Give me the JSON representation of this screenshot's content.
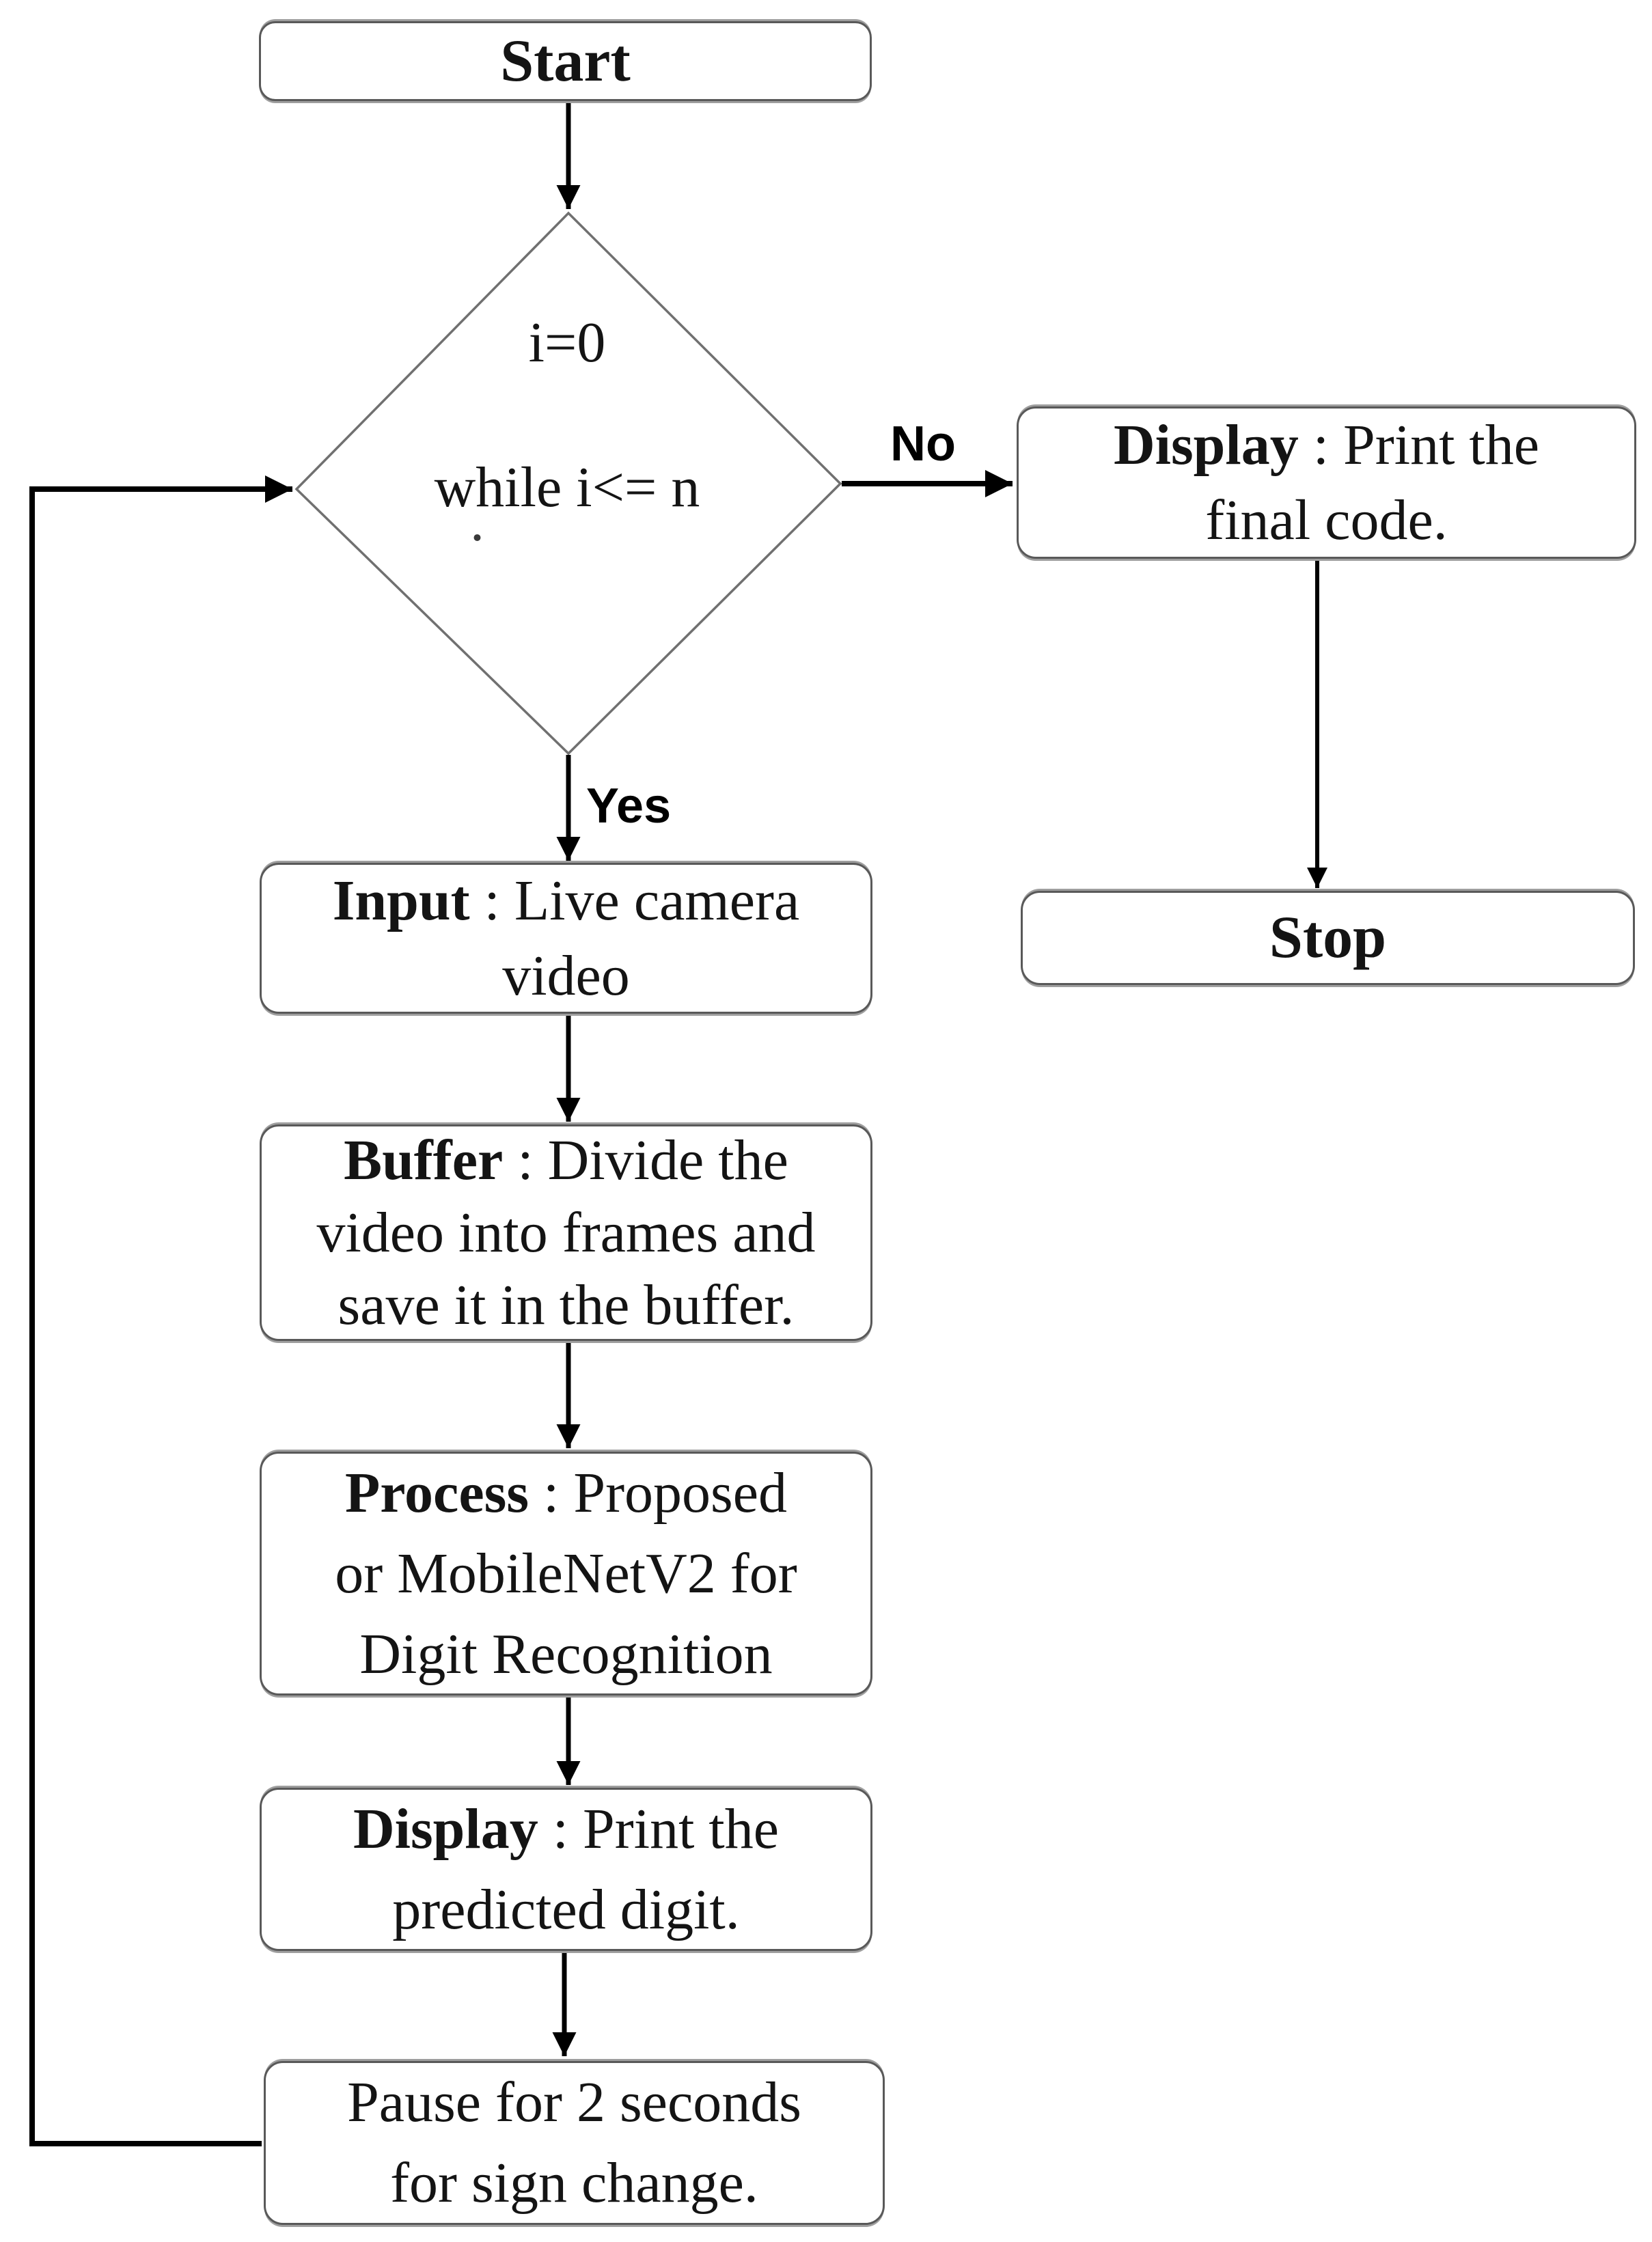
{
  "nodes": {
    "start": {
      "label": "Start"
    },
    "decision": {
      "line1": "i=0",
      "line2": "while i<= n",
      "artifact_dot": "."
    },
    "display_final": {
      "keyword": "Display",
      "rest": " : Print the",
      "line2": "final code."
    },
    "stop": {
      "label": "Stop"
    },
    "input": {
      "keyword": "Input",
      "rest": " : Live camera",
      "line2": "video"
    },
    "buffer": {
      "keyword": "Buffer",
      "rest": " : Divide the",
      "line2": "video into frames and",
      "line3": "save it in the buffer."
    },
    "process": {
      "keyword": "Process",
      "rest": " : Proposed",
      "line2": "or MobileNetV2 for",
      "line3": "Digit Recognition"
    },
    "display_digit": {
      "keyword": "Display",
      "rest": " : Print the",
      "line2": "predicted digit."
    },
    "pause": {
      "line1": "Pause for 2 seconds",
      "line2": "for sign change."
    }
  },
  "edge_labels": {
    "yes": "Yes",
    "no": "No"
  },
  "colors": {
    "background": "#ffffff",
    "arrow_line": "#000000",
    "box_border": "#595959",
    "box_shadow": "#9e9e9e",
    "diamond_border": "#707070",
    "text": "#141414"
  }
}
